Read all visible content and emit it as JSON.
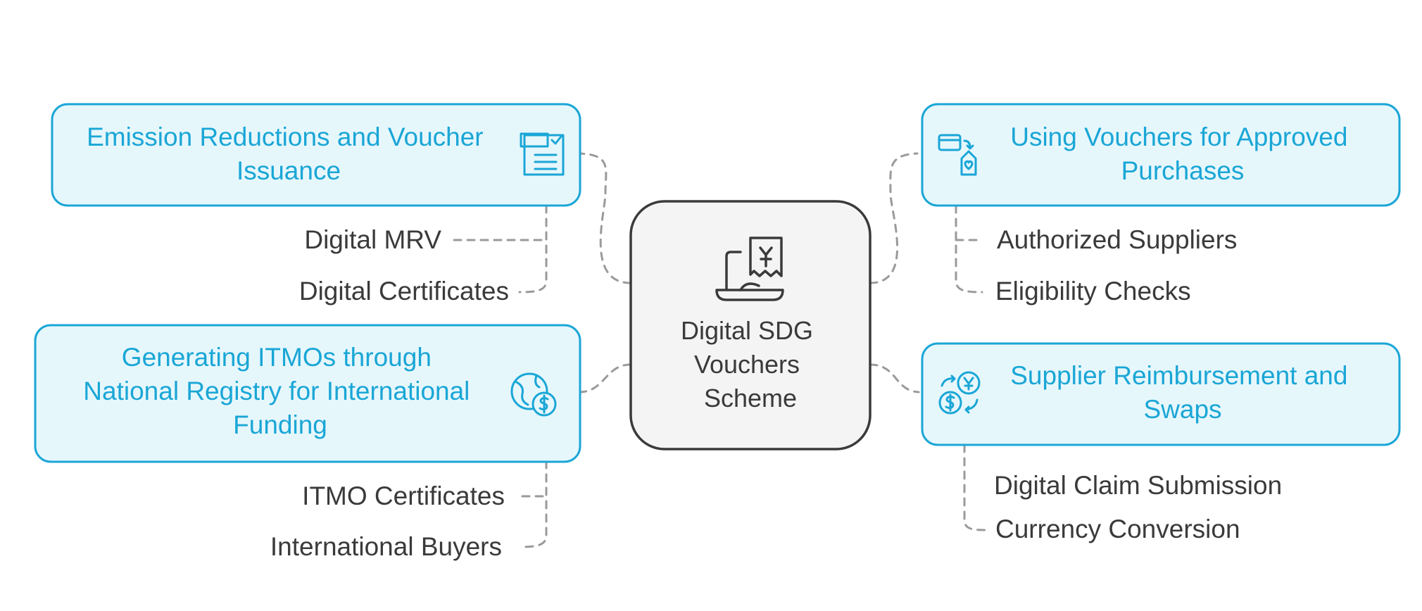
{
  "center": {
    "lines": [
      "Digital SDG",
      "Vouchers",
      "Scheme"
    ],
    "icon": "receipt-laptop-icon"
  },
  "branches": {
    "emission": {
      "title_lines": [
        "Emission Reductions and Voucher",
        "Issuance"
      ],
      "icon": "checklist-document-icon",
      "items": [
        "Digital MRV",
        "Digital Certificates"
      ]
    },
    "itmo": {
      "title_lines": [
        "Generating ITMOs through",
        "National Registry for International",
        "Funding"
      ],
      "icon": "globe-dollar-icon",
      "items": [
        "ITMO Certificates",
        "International Buyers"
      ]
    },
    "vouchers": {
      "title_lines": [
        "Using Vouchers for Approved",
        "Purchases"
      ],
      "icon": "card-to-tag-icon",
      "items": [
        "Authorized Suppliers",
        "Eligibility Checks"
      ]
    },
    "reimbursement": {
      "title_lines": [
        "Supplier Reimbursement and",
        "Swaps"
      ],
      "icon": "currency-exchange-icon",
      "items": [
        "Digital Claim Submission",
        "Currency Conversion"
      ]
    }
  },
  "colors": {
    "accent": "#1aa6d6",
    "box_fill": "#e6f7fc",
    "center_fill": "#f4f4f4",
    "text": "#3a3a3a",
    "connector": "#9a9a9a"
  }
}
